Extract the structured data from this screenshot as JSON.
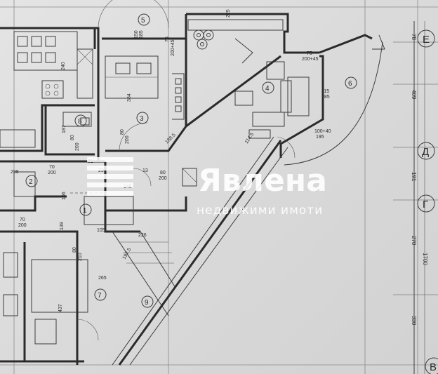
{
  "watermark": {
    "brand": "Явлена",
    "subtitle": "недвижими имоти"
  },
  "room_numbers": [
    "1",
    "2",
    "3",
    "4",
    "5",
    "6",
    "7",
    "8",
    "9"
  ],
  "door_tags": [
    {
      "w": "70",
      "h": "200"
    },
    {
      "w": "80",
      "h": "200"
    },
    {
      "w": "70",
      "h": "200"
    },
    {
      "w": "80",
      "h": "200"
    },
    {
      "w": "80",
      "h": "200"
    },
    {
      "w": "80",
      "h": "210"
    },
    {
      "w": "75",
      "h": "200+45"
    },
    {
      "w": "75",
      "h": "200+45"
    },
    {
      "w": "150",
      "h": "185"
    },
    {
      "w": "115",
      "h": "185"
    },
    {
      "w": "100+40",
      "h": "195"
    }
  ],
  "dimensions": {
    "d_298": "298",
    "d_233": "233",
    "d_145": "145",
    "d_384": "384",
    "d_188": "188.5",
    "d_187": "187",
    "d_106": "106",
    "d_105": "105",
    "d_139": "139",
    "d_226": "226",
    "d_197": "197.5",
    "d_265": "265",
    "d_437": "437",
    "d_240": "240",
    "d_225": "225",
    "d_114": "114.5",
    "d_31": "31",
    "d_13": "13"
  },
  "axis_dims": {
    "d78": "78",
    "d409": "409",
    "d191": "191",
    "d270": "270",
    "d1700": "1700",
    "d330": "330"
  },
  "axis_letters": [
    "E",
    "Д",
    "Г",
    "В"
  ]
}
